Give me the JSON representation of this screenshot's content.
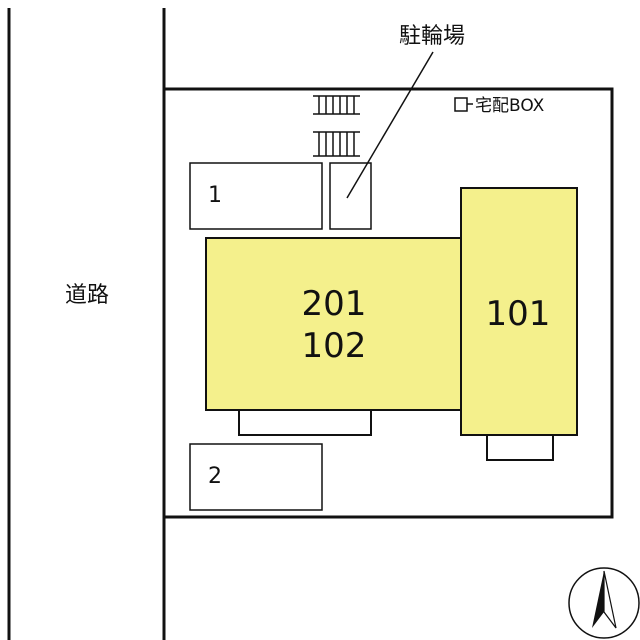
{
  "colors": {
    "building": "#f4f08c",
    "line": "#111111",
    "background": "#ffffff"
  },
  "labels": {
    "road": "道路",
    "bicycle_parking": "駐輪場",
    "delivery_box": "宅配BOX",
    "parking_1": "1",
    "parking_2": "2",
    "unit_main_upper": "201",
    "unit_main_lower": "102",
    "unit_side": "101"
  },
  "icons": {
    "delivery_box": "box-icon",
    "compass": "north-arrow-icon"
  }
}
